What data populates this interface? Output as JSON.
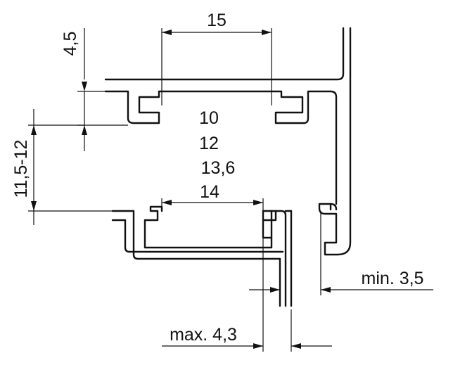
{
  "dimensions": {
    "top_width": "15",
    "top_offset": "4,5",
    "inner_values": [
      "10",
      "12",
      "13,6"
    ],
    "inner_width": "14",
    "vertical_range": "11,5-12",
    "min_gap": "min. 3,5",
    "max_gap": "max. 4,3"
  },
  "colors": {
    "line": "#111111",
    "background": "#ffffff"
  }
}
